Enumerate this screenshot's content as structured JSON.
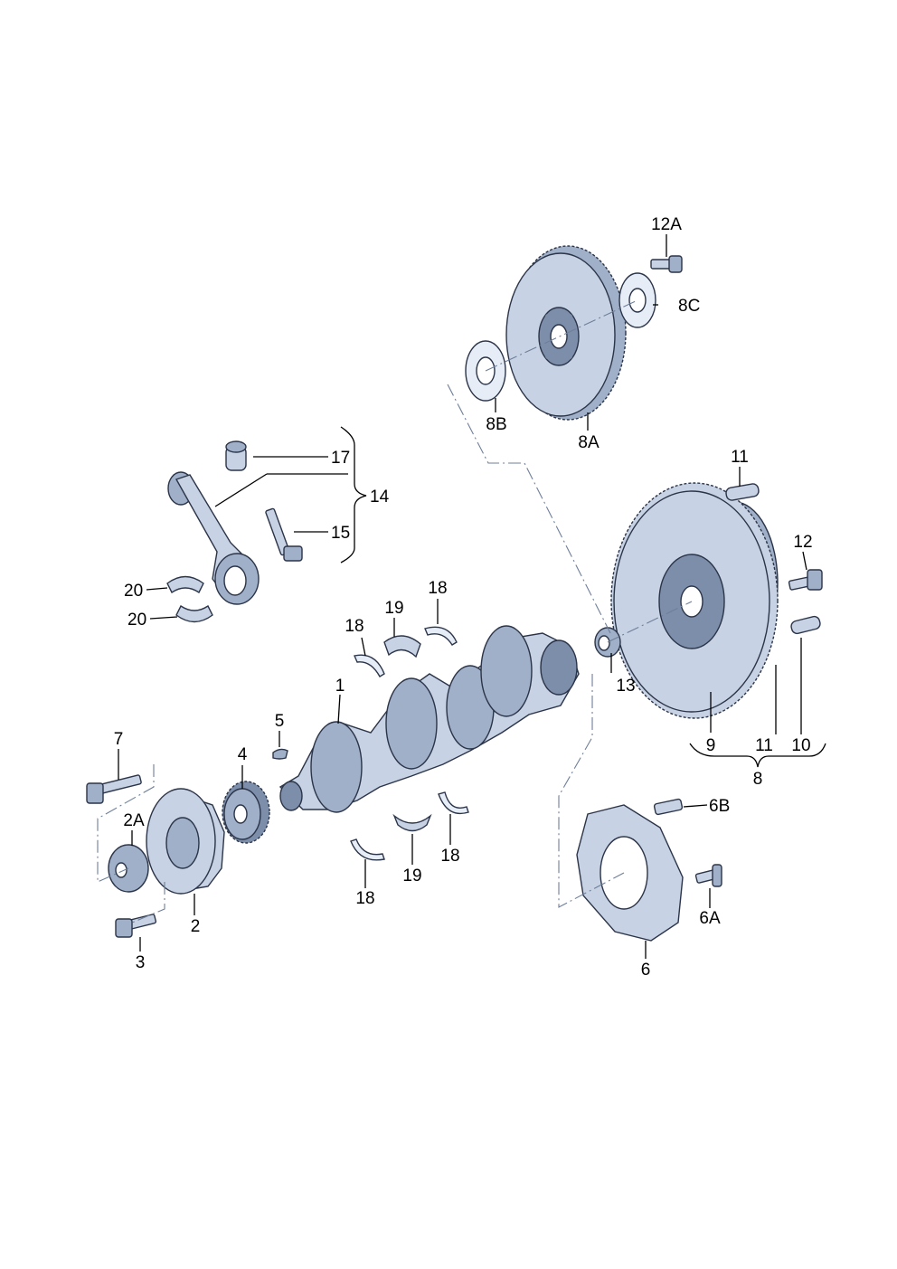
{
  "labels": {
    "l1": "1",
    "l2": "2",
    "l2a": "2A",
    "l3": "3",
    "l4": "4",
    "l5": "5",
    "l6": "6",
    "l6a": "6A",
    "l6b": "6B",
    "l7": "7",
    "l8": "8",
    "l8a": "8A",
    "l8b": "8B",
    "l8c": "8C",
    "l9": "9",
    "l10": "10",
    "l11a": "11",
    "l11b": "11",
    "l12": "12",
    "l12a": "12A",
    "l13": "13",
    "l14": "14",
    "l15": "15",
    "l17": "17",
    "l18a": "18",
    "l18b": "18",
    "l18c": "18",
    "l18d": "18",
    "l19a": "19",
    "l19b": "19",
    "l20a": "20",
    "l20b": "20"
  },
  "colors": {
    "part_light": "#c7d3e4",
    "part_mid": "#9fb0c8",
    "part_dark": "#7c8eaa",
    "outline": "#2b3448",
    "dashed_line": "#6f7f9a"
  }
}
